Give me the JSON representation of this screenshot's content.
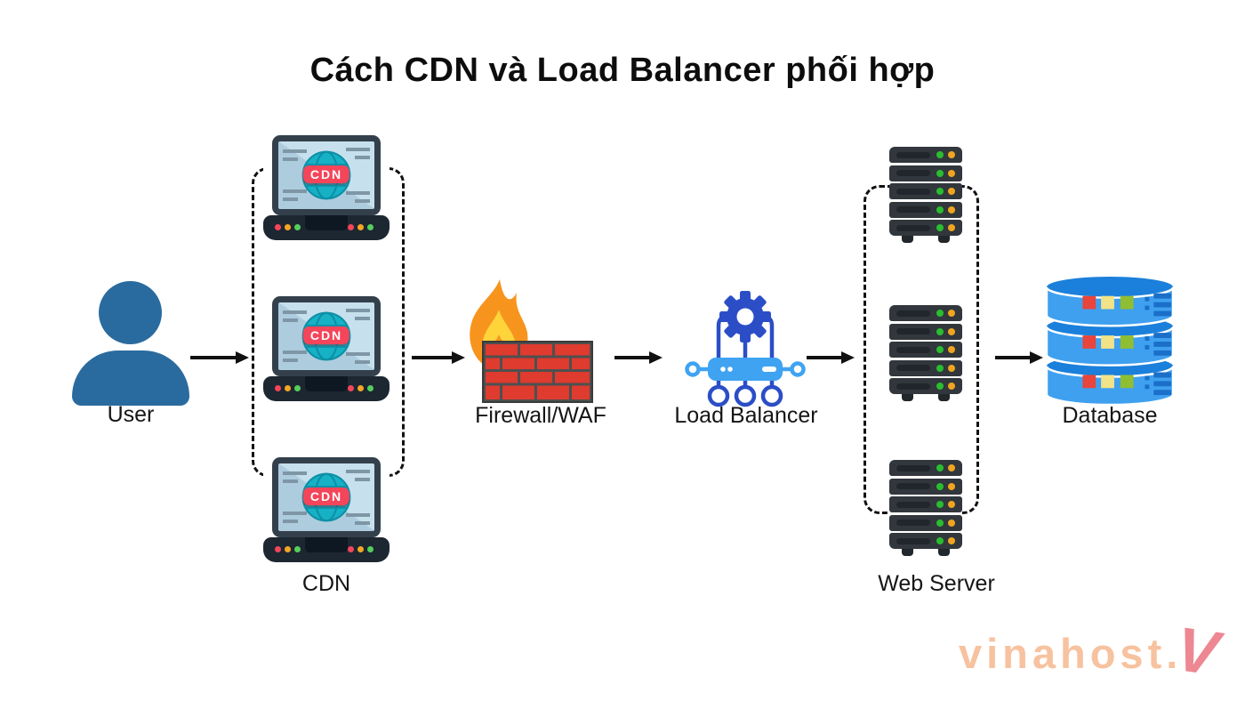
{
  "title": "Cách CDN và Load Balancer phối hợp",
  "nodes": {
    "user": {
      "label": "User"
    },
    "cdn": {
      "label": "CDN",
      "badge": "CDN",
      "instances": 3
    },
    "firewall": {
      "label": "Firewall/WAF"
    },
    "load_balancer": {
      "label": "Load Balancer"
    },
    "web_server": {
      "label": "Web Server",
      "instances": 3
    },
    "database": {
      "label": "Database"
    }
  },
  "flow": [
    {
      "from": "User",
      "to": "CDN"
    },
    {
      "from": "CDN",
      "to": "Firewall/WAF"
    },
    {
      "from": "Firewall/WAF",
      "to": "Load Balancer"
    },
    {
      "from": "Load Balancer",
      "to": "Web Server"
    },
    {
      "from": "Web Server",
      "to": "Database"
    }
  ],
  "watermark": {
    "brand": "vinahost.",
    "mark": "V"
  },
  "colors": {
    "user_blue": "#2A6B9F",
    "laptop_frame": "#33404C",
    "screen_blue": "#ADCDDF",
    "globe_teal": "#17B1C6",
    "badge_red": "#F4455A",
    "flame_orange": "#F7941E",
    "flame_yellow": "#FFD43B",
    "brick_red": "#DF3B2F",
    "lb_dark_blue": "#2B4EC7",
    "lb_light_blue": "#3FA3F2",
    "server_dark": "#31373C",
    "led_green": "#29BD2F",
    "led_amber": "#EFA51F",
    "db_blue": "#3FA0F0",
    "arrow_black": "#111111"
  }
}
